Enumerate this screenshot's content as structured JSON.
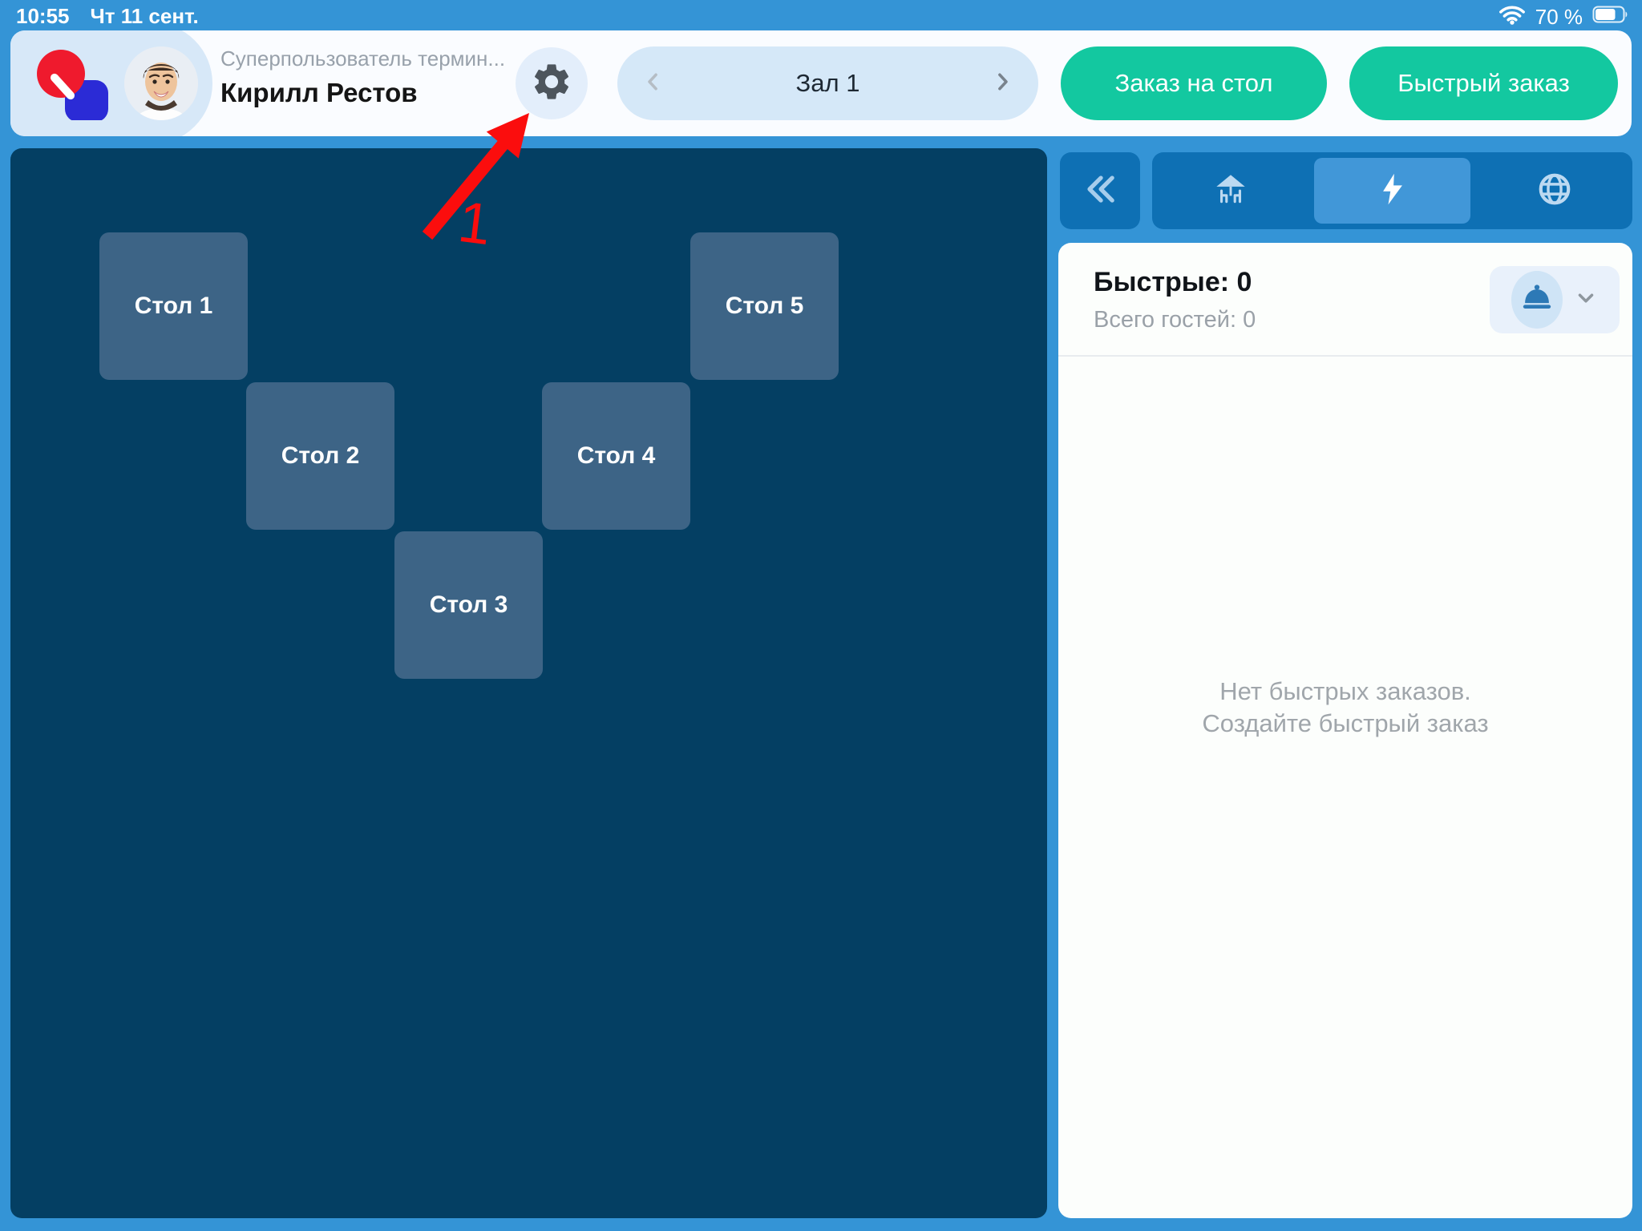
{
  "status_bar": {
    "time": "10:55",
    "date": "Чт 11 сент.",
    "battery_text": "70 %",
    "battery_level": 70,
    "icons": {
      "wifi": "wifi-icon",
      "battery": "battery-icon"
    }
  },
  "header": {
    "user": {
      "role": "Суперпользователь термин...",
      "name": "Кирилл Рестов",
      "avatar": "user-photo",
      "logo": "quick-resto-logo"
    },
    "settings_icon": "gear-icon",
    "hall_selector": {
      "prev_icon": "chevron-left-icon",
      "label": "Зал 1",
      "next_icon": "chevron-right-icon"
    },
    "buttons": {
      "table_order": "Заказ на стол",
      "quick_order": "Быстрый заказ"
    }
  },
  "floor_plan": {
    "tables": [
      {
        "label": "Стол 1"
      },
      {
        "label": "Стол 2"
      },
      {
        "label": "Стол 3"
      },
      {
        "label": "Стол 4"
      },
      {
        "label": "Стол 5"
      }
    ]
  },
  "right_panel": {
    "collapse_icon": "double-chevron-left-icon",
    "tabs": [
      {
        "name": "halls",
        "icon": "umbrella-table-icon",
        "selected": false
      },
      {
        "name": "quick-orders",
        "icon": "lightning-icon",
        "selected": true
      },
      {
        "name": "delivery",
        "icon": "globe-icon",
        "selected": false
      }
    ],
    "quick_orders": {
      "title": "Быстрые: 0",
      "guests": "Всего гостей: 0",
      "serve_button_icons": [
        "cloche-icon",
        "chevron-down-icon"
      ],
      "empty_line1": "Нет быстрых заказов.",
      "empty_line2": "Создайте быстрый заказ"
    }
  },
  "annotation": {
    "step_label": "1",
    "arrow_target": "gear-icon"
  },
  "colors": {
    "background_blue": "#3494d6",
    "header_bg": "#fafcff",
    "header_accent_blue": "#d5e8f8",
    "green_button": "#13c8a0",
    "floorplan_bg": "#043f63",
    "table_bg": "#3d6486",
    "tab_bar_bg": "#0e70b4",
    "tab_selected_bg": "#4197d8",
    "tab_icon_light": "#bcd9f1",
    "annotation_red": "#fb0d0d",
    "cloche_blue": "#2d79b6"
  }
}
